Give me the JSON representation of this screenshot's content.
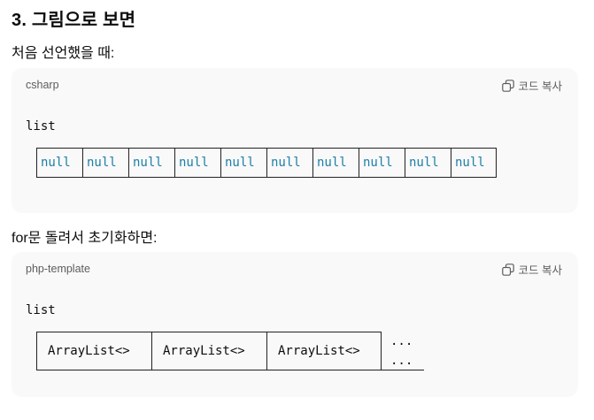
{
  "section": {
    "heading": "3. 그림으로 보면"
  },
  "paragraphs": {
    "first": "처음 선언했을 때:",
    "second": "for문 돌려서 초기화하면:"
  },
  "block1": {
    "language": "csharp",
    "copy_label": "코드 복사",
    "code_first_line": "list",
    "cells": [
      "null",
      "null",
      "null",
      "null",
      "null",
      "null",
      "null",
      "null",
      "null",
      "null"
    ]
  },
  "block2": {
    "language": "php-template",
    "copy_label": "코드 복사",
    "code_first_line": "list",
    "cells": [
      "ArrayList<>",
      "ArrayList<>",
      "ArrayList<>"
    ],
    "ellipsis_top": "...",
    "ellipsis_mid": "..."
  },
  "icons": {
    "copy": "copy-icon"
  },
  "colors": {
    "code_null": "#1c7fa6",
    "block_bg": "#f9f9f9"
  }
}
